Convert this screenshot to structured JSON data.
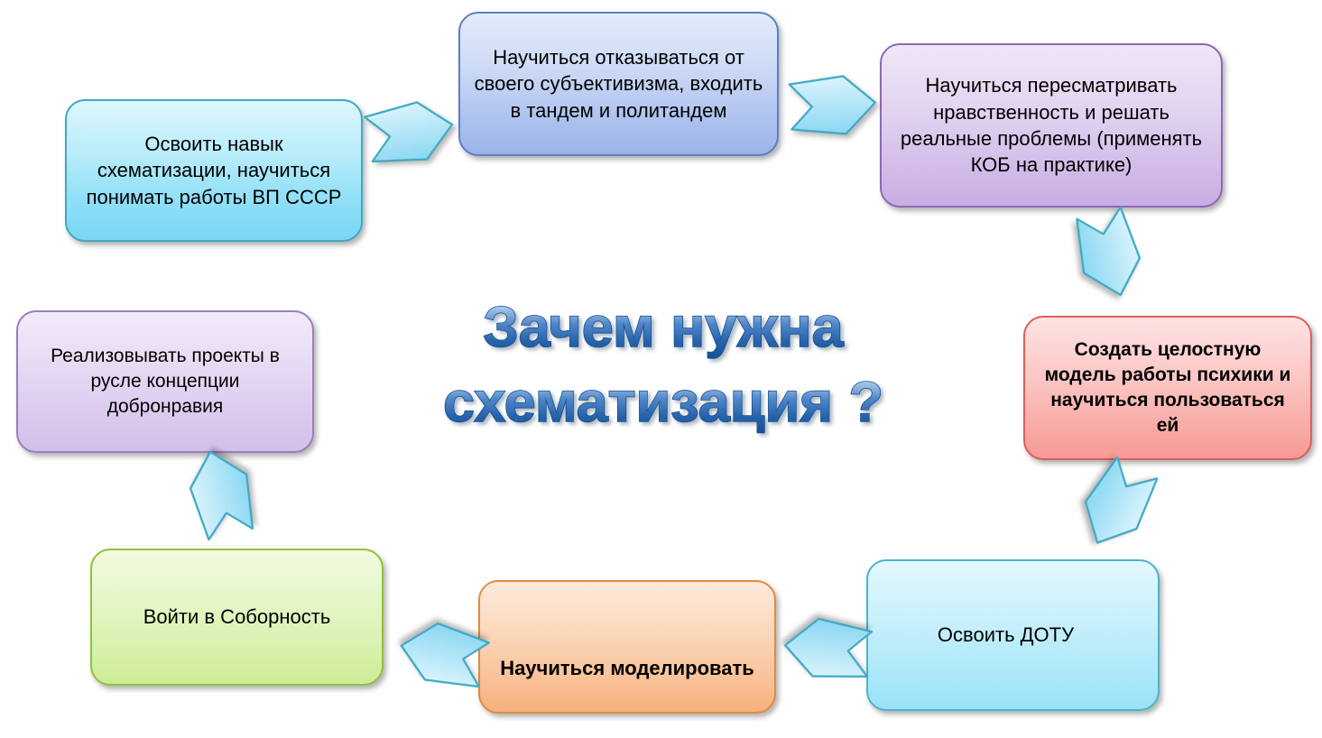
{
  "title": {
    "line1": "Зачем нужна",
    "line2": "схематизация ?",
    "full": "Зачем нужна схематизация ?",
    "color_top": "#cfe3f7",
    "color_bottom": "#1f5fae",
    "outline": "#1a4f95"
  },
  "palette": {
    "cyan": "#8fdff7",
    "blue": "#adc2ee",
    "purple": "#d2bbe8",
    "purple_light": "#dbc9ee",
    "pink": "#f8a9a4",
    "cyan_soft": "#a9e7f9",
    "orange": "#f9be93",
    "green": "#d5f0a8",
    "arrow_fill": "#aee4f7",
    "arrow_stroke": "#3fa9c4"
  },
  "nodes": [
    {
      "id": "node-skill-schematization",
      "name": "box-osvoit-navyk",
      "text": "Освоить навык схематизации, научиться понимать работы ВП СССР",
      "color": "cyan"
    },
    {
      "id": "node-subjectivism",
      "name": "box-nauchitsya-otkazyvatsya",
      "text": "Научиться отказываться от своего субъективизма, входить в тандем и политандем",
      "color": "blue"
    },
    {
      "id": "node-morality",
      "name": "box-peresmatrivat-nravstvennost",
      "text": "Научиться пересматривать нравственность и решать реальные проблемы (применять КОБ на практике)",
      "color": "purple"
    },
    {
      "id": "node-psyche-model",
      "name": "box-sozdat-model-psihiki",
      "text": "Создать целостную модель работы психики и научиться пользоваться ей",
      "color": "pink"
    },
    {
      "id": "node-dotu",
      "name": "box-osvoit-dotu",
      "text": "Освоить ДОТУ",
      "color": "cyan_soft"
    },
    {
      "id": "node-modelling",
      "name": "box-nauchitsya-modelirovat",
      "text": "Научиться моделировать",
      "color": "orange"
    },
    {
      "id": "node-sobornost",
      "name": "box-voyti-v-sobornost",
      "text": "Войти в Соборность",
      "color": "green"
    },
    {
      "id": "node-projects",
      "name": "box-realizovyvat-proekty",
      "text": "Реализовывать проекты в русле концепции добронравия",
      "color": "purple_light"
    }
  ],
  "arrows": [
    {
      "name": "arrow-1-to-2",
      "direction": "right"
    },
    {
      "name": "arrow-2-to-3",
      "direction": "right"
    },
    {
      "name": "arrow-3-to-4",
      "direction": "down"
    },
    {
      "name": "arrow-4-to-5",
      "direction": "down-left"
    },
    {
      "name": "arrow-5-to-6",
      "direction": "left"
    },
    {
      "name": "arrow-6-to-7",
      "direction": "left"
    },
    {
      "name": "arrow-7-to-8",
      "direction": "up"
    }
  ]
}
